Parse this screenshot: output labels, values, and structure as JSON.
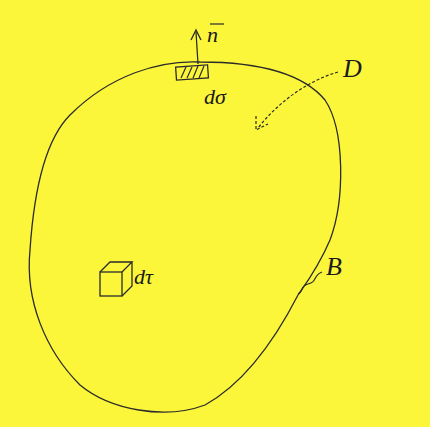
{
  "diagram": {
    "labels": [
      "n",
      "dσ",
      "D",
      "dτ",
      "B"
    ]
  }
}
